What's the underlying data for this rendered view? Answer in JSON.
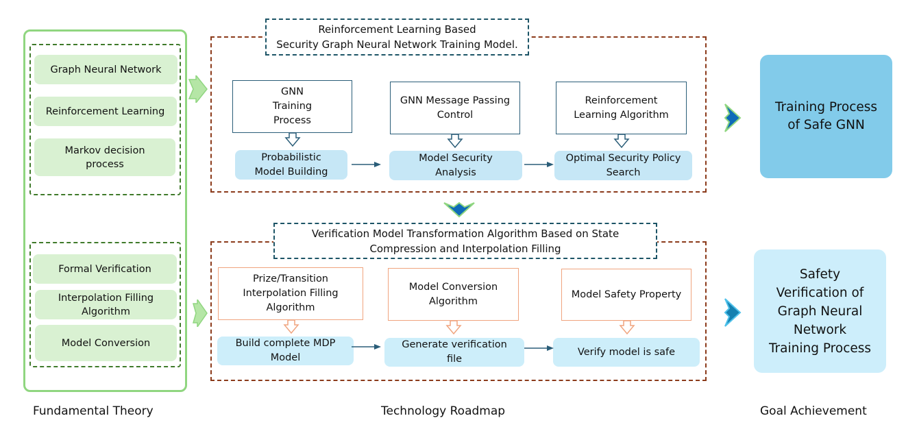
{
  "fundamental_theory": {
    "group1": [
      "Graph Neural Network",
      "Reinforcement Learning",
      "Markov decision process"
    ],
    "group2": [
      "Formal Verification",
      "Interpolation Filling Algorithm",
      "Model Conversion"
    ]
  },
  "roadmap": {
    "section1": {
      "title_line1": "Reinforcement Learning Based",
      "title_line2": "Security Graph Neural Network Training Model.",
      "inputs": [
        "GNN Training Process",
        "GNN Message Passing Control",
        "Reinforcement Learning Algorithm"
      ],
      "steps": [
        "Probabilistic Model Building",
        "Model Security Analysis",
        "Optimal Security Policy Search"
      ]
    },
    "section2": {
      "title_line1": "Verification Model Transformation Algorithm Based on State",
      "title_line2": "Compression and Interpolation Filling",
      "inputs": [
        "Prize/Transition Interpolation Filling Algorithm",
        "Model Conversion Algorithm",
        "Model Safety Property"
      ],
      "steps": [
        "Build complete MDP Model",
        "Generate verification file",
        "Verify model is safe"
      ]
    }
  },
  "goals": [
    "Training Process of Safe GNN",
    "Safety Verification of Graph Neural Network Training Process"
  ],
  "footer": {
    "col1": "Fundamental Theory",
    "col2": "Technology Roadmap",
    "col3": "Goal Achievement"
  },
  "colors": {
    "theory_bg": "#d9f1d2",
    "theory_border": "#90d680",
    "roadmap_border": "#8b3a1a",
    "title_border": "#1c5466",
    "step_blue": "#c6e7f6",
    "goal1_bg": "#82cbea",
    "goal2_bg": "#cdeefb",
    "salmon": "#f0a47e"
  }
}
